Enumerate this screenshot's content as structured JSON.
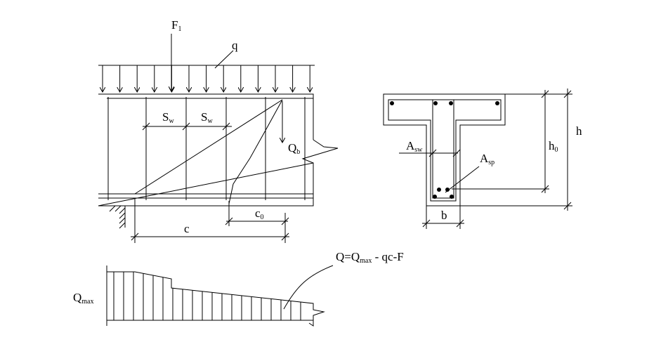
{
  "labels": {
    "force": {
      "main": "F",
      "sub": "1"
    },
    "load": "q",
    "stirrup_spacing_1": {
      "main": "S",
      "sub": "w"
    },
    "stirrup_spacing_2": {
      "main": "S",
      "sub": "w"
    },
    "shear_concrete": {
      "main": "Q",
      "sub": "b"
    },
    "projection_c0": {
      "main": "c",
      "sub": "0"
    },
    "projection_c": "c",
    "stirrup_area": {
      "main": "A",
      "sub": "sw"
    },
    "prestressed_area": {
      "main": "A",
      "sub": "sp"
    },
    "effective_depth": {
      "main": "h",
      "sub": "0"
    },
    "height": "h",
    "web_width": "b",
    "q_max": {
      "main": "Q",
      "sub": "max"
    },
    "shear_formula": {
      "q": "Q=Q",
      "sub": "max",
      "rest": " - qc-F"
    }
  }
}
